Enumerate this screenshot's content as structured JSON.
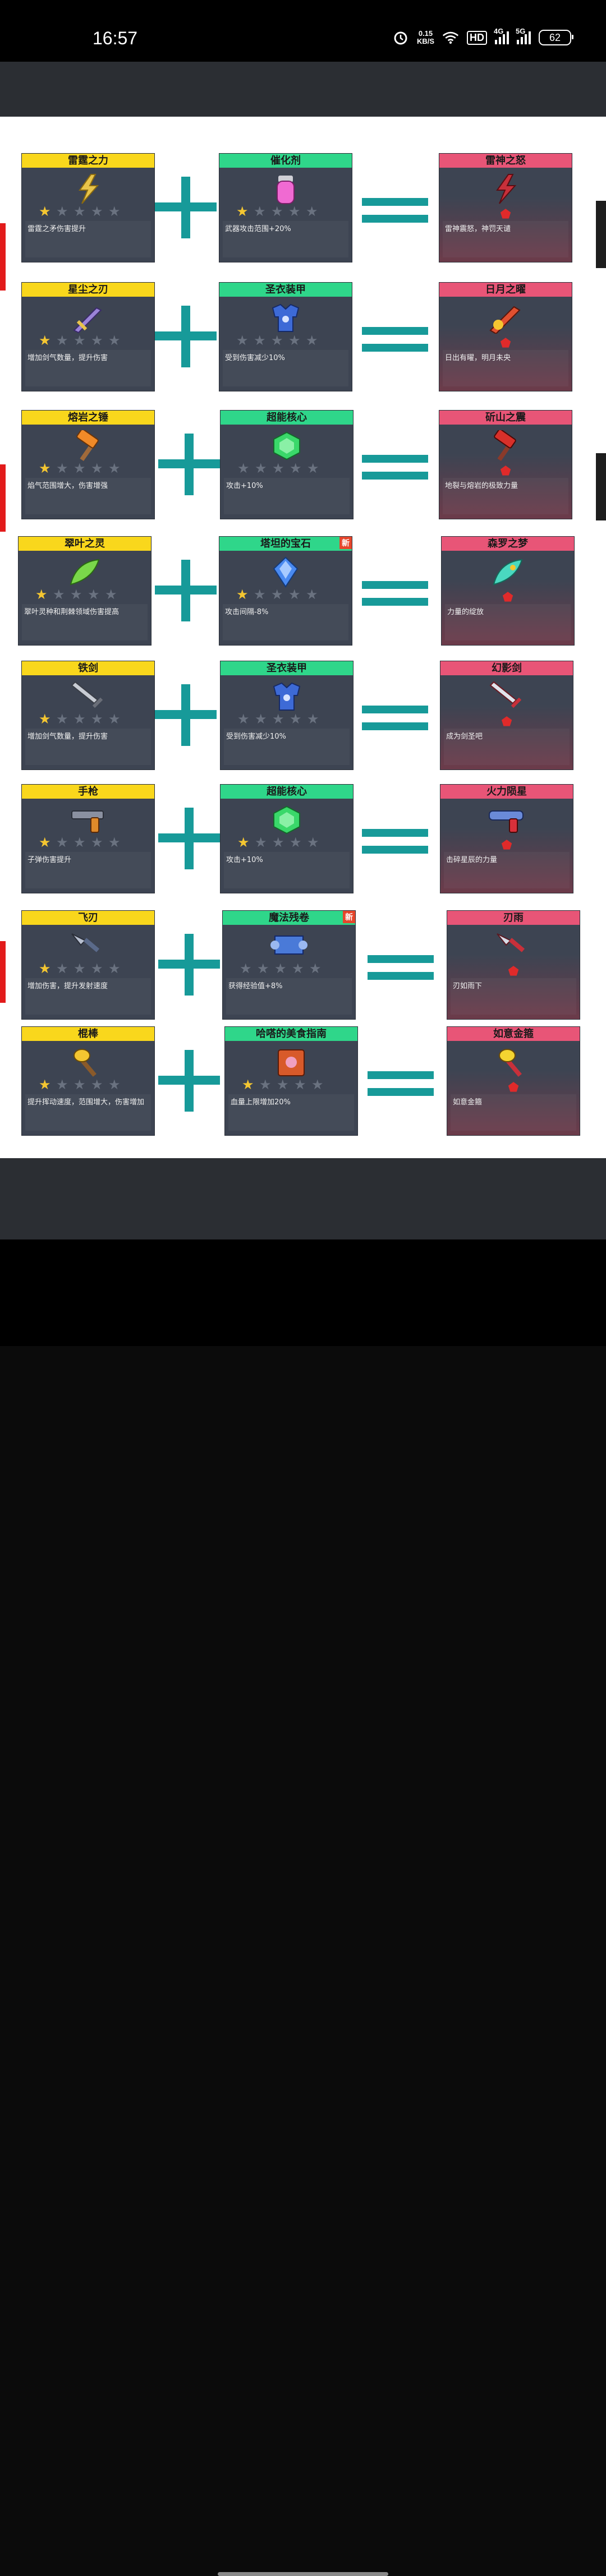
{
  "status_bar": {
    "time": "16:57",
    "net_speed_value": "0.15",
    "net_speed_unit": "KB/S",
    "hd_label": "HD",
    "signal1_tag": "4G",
    "signal2_tag": "5G",
    "battery": "62"
  },
  "recipes": [
    {
      "base": {
        "name": "雷霆之力",
        "stars": 1,
        "desc": "雷霆之矛伤害提升",
        "icon": "lightning-icon"
      },
      "ingredient": {
        "name": "催化剂",
        "stars": 1,
        "desc": "武器攻击范围+20%",
        "icon": "potion-icon",
        "new": false
      },
      "result": {
        "name": "雷神之怒",
        "desc": "雷神震怒，神罚天谴",
        "icon": "red-lightning-icon"
      }
    },
    {
      "base": {
        "name": "星尘之刃",
        "stars": 1,
        "desc": "增加剑气数量，提升伤害",
        "icon": "sword-icon"
      },
      "ingredient": {
        "name": "圣衣装甲",
        "stars": 0,
        "desc": "受到伤害减少10%",
        "icon": "armor-icon",
        "new": false
      },
      "result": {
        "name": "日月之曜",
        "desc": "日出有曜，明月未央",
        "icon": "sun-moon-sword-icon"
      }
    },
    {
      "base": {
        "name": "熔岩之锤",
        "stars": 1,
        "desc": "焰气范围增大，伤害增强",
        "icon": "hammer-icon"
      },
      "ingredient": {
        "name": "超能核心",
        "stars": 0,
        "desc": "攻击+10%",
        "icon": "core-icon",
        "new": false
      },
      "result": {
        "name": "斫山之震",
        "desc": "地裂与熔岩的极致力量",
        "icon": "quake-hammer-icon"
      }
    },
    {
      "base": {
        "name": "翠叶之灵",
        "stars": 1,
        "desc": "翠叶灵种和荆棘领域伤害提高",
        "icon": "leaf-icon"
      },
      "ingredient": {
        "name": "塔坦的宝石",
        "stars": 1,
        "desc": "攻击间隔-8%",
        "icon": "gem-icon",
        "new": true
      },
      "result": {
        "name": "森罗之梦",
        "desc": "力量的绽放",
        "icon": "forest-icon"
      }
    },
    {
      "base": {
        "name": "铁剑",
        "stars": 1,
        "desc": "增加剑气数量，提升伤害",
        "icon": "iron-sword-icon"
      },
      "ingredient": {
        "name": "圣衣装甲",
        "stars": 0,
        "desc": "受到伤害减少10%",
        "icon": "armor-icon",
        "new": false
      },
      "result": {
        "name": "幻影剑",
        "desc": "成为剑圣吧",
        "icon": "phantom-sword-icon"
      }
    },
    {
      "base": {
        "name": "手枪",
        "stars": 1,
        "desc": "子弹伤害提升",
        "icon": "pistol-icon"
      },
      "ingredient": {
        "name": "超能核心",
        "stars": 1,
        "desc": "攻击+10%",
        "icon": "core-icon",
        "new": false
      },
      "result": {
        "name": "火力陨星",
        "desc": "击碎星辰的力量",
        "icon": "blaster-icon"
      }
    },
    {
      "base": {
        "name": "飞刃",
        "stars": 1,
        "desc": "增加伤害，提升发射速度",
        "icon": "kunai-icon"
      },
      "ingredient": {
        "name": "魔法残卷",
        "stars": 0,
        "desc": "获得经验值+8%",
        "icon": "scroll-icon",
        "new": true
      },
      "result": {
        "name": "刃雨",
        "desc": "刃如雨下",
        "icon": "blade-rain-icon"
      }
    },
    {
      "base": {
        "name": "棍棒",
        "stars": 1,
        "desc": "提升挥动速度，范围增大，伤害增加",
        "icon": "club-icon"
      },
      "ingredient": {
        "name": "哈嗒的美食指南",
        "stars": 1,
        "desc": "血量上限增加20%",
        "icon": "book-icon",
        "new": false
      },
      "result": {
        "name": "如意金箍",
        "desc": "如意金箍",
        "icon": "golden-staff-icon"
      }
    }
  ],
  "new_label": "新",
  "colors": {
    "accent": "#179a99",
    "base_title": "#f9d71c",
    "ingredient_title": "#2fd68a",
    "result_title": "#e85577"
  }
}
